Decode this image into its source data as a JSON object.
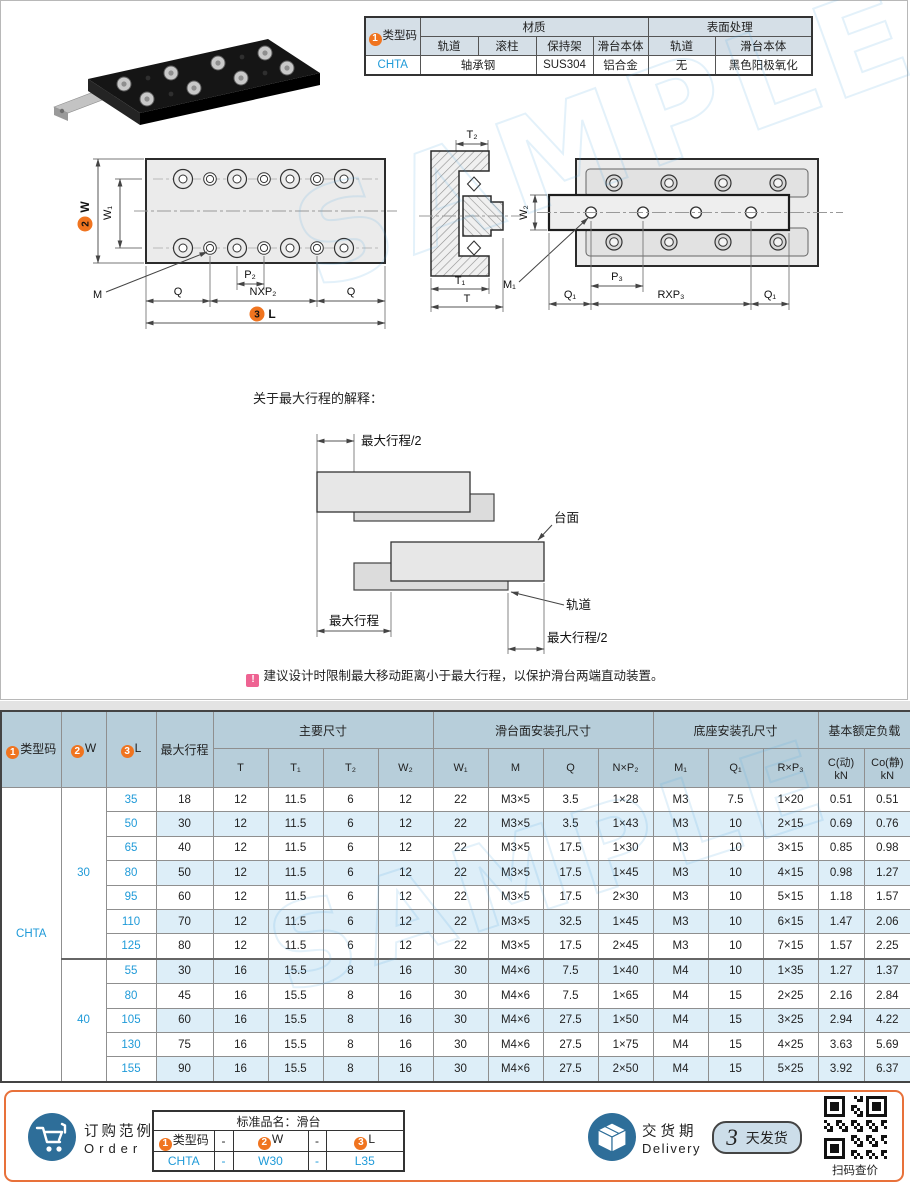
{
  "watermark": "SAMPLE",
  "header_table": {
    "type_code_badge": "1",
    "type_code_label": "类型码",
    "material_group": "材质",
    "surface_group": "表面处理",
    "cols": {
      "rail": "轨道",
      "roller": "滚柱",
      "cage": "保持架",
      "body": "滑台本体",
      "surf_rail": "轨道",
      "surf_body": "滑台本体"
    },
    "row": {
      "code": "CHTA",
      "rail_roller": "轴承钢",
      "cage": "SUS304",
      "body": "铝合金",
      "surf_rail": "无",
      "surf_body": "黑色阳极氧化"
    }
  },
  "drawings": {
    "top_view": {
      "w_badge": "2",
      "w": "W",
      "w1": "W₁",
      "m": "M",
      "p2": "P₂",
      "q_left": "Q",
      "nxp2": "NXP₂",
      "q_right": "Q",
      "l_badge": "3",
      "l": "L"
    },
    "section_view": {
      "t2": "T₂",
      "t1": "T₁",
      "t": "T"
    },
    "bottom_view": {
      "w2": "W₂",
      "m1": "M₁",
      "p3": "P₃",
      "q1_left": "Q₁",
      "rxp3": "RXP₃",
      "q1_right": "Q₁"
    }
  },
  "stroke_note": {
    "title": "关于最大行程的解释：",
    "half_top": "最大行程/2",
    "surface": "台面",
    "rail": "轨道",
    "full": "最大行程",
    "half_bottom": "最大行程/2",
    "note_mark": "!",
    "note": "建议设计时限制最大移动距离小于最大行程，以保护滑台两端直动装置。"
  },
  "spec_table": {
    "header": {
      "type_code_badge": "1",
      "type_code": "类型码",
      "w_badge": "2",
      "w": "W",
      "l_badge": "3",
      "l": "L",
      "stroke": "最大行程",
      "group_main": "主要尺寸",
      "group_slide_holes": "滑台面安装孔尺寸",
      "group_base_holes": "底座安装孔尺寸",
      "group_load": "基本额定负载",
      "sub": {
        "t": "T",
        "t1": "T₁",
        "t2": "T₂",
        "w2": "W₂",
        "w1": "W₁",
        "m": "M",
        "q": "Q",
        "nxp2": "N×P₂",
        "m1": "M₁",
        "q1": "Q₁",
        "rxp3": "R×P₃",
        "c": "C(动)\nkN",
        "co": "Co(静)\nkN"
      }
    },
    "type_code_value": "CHTA",
    "groups": [
      {
        "w": "30",
        "rows": [
          {
            "l": "35",
            "stroke": "18",
            "t": "12",
            "t1": "11.5",
            "t2": "6",
            "w2": "12",
            "w1": "22",
            "m": "M3×5",
            "q": "3.5",
            "nxp2": "1×28",
            "m1": "M3",
            "q1": "7.5",
            "rxp3": "1×20",
            "c": "0.51",
            "co": "0.51"
          },
          {
            "l": "50",
            "stroke": "30",
            "t": "12",
            "t1": "11.5",
            "t2": "6",
            "w2": "12",
            "w1": "22",
            "m": "M3×5",
            "q": "3.5",
            "nxp2": "1×43",
            "m1": "M3",
            "q1": "10",
            "rxp3": "2×15",
            "c": "0.69",
            "co": "0.76"
          },
          {
            "l": "65",
            "stroke": "40",
            "t": "12",
            "t1": "11.5",
            "t2": "6",
            "w2": "12",
            "w1": "22",
            "m": "M3×5",
            "q": "17.5",
            "nxp2": "1×30",
            "m1": "M3",
            "q1": "10",
            "rxp3": "3×15",
            "c": "0.85",
            "co": "0.98"
          },
          {
            "l": "80",
            "stroke": "50",
            "t": "12",
            "t1": "11.5",
            "t2": "6",
            "w2": "12",
            "w1": "22",
            "m": "M3×5",
            "q": "17.5",
            "nxp2": "1×45",
            "m1": "M3",
            "q1": "10",
            "rxp3": "4×15",
            "c": "0.98",
            "co": "1.27"
          },
          {
            "l": "95",
            "stroke": "60",
            "t": "12",
            "t1": "11.5",
            "t2": "6",
            "w2": "12",
            "w1": "22",
            "m": "M3×5",
            "q": "17.5",
            "nxp2": "2×30",
            "m1": "M3",
            "q1": "10",
            "rxp3": "5×15",
            "c": "1.18",
            "co": "1.57"
          },
          {
            "l": "110",
            "stroke": "70",
            "t": "12",
            "t1": "11.5",
            "t2": "6",
            "w2": "12",
            "w1": "22",
            "m": "M3×5",
            "q": "32.5",
            "nxp2": "1×45",
            "m1": "M3",
            "q1": "10",
            "rxp3": "6×15",
            "c": "1.47",
            "co": "2.06"
          },
          {
            "l": "125",
            "stroke": "80",
            "t": "12",
            "t1": "11.5",
            "t2": "6",
            "w2": "12",
            "w1": "22",
            "m": "M3×5",
            "q": "17.5",
            "nxp2": "2×45",
            "m1": "M3",
            "q1": "10",
            "rxp3": "7×15",
            "c": "1.57",
            "co": "2.25"
          }
        ]
      },
      {
        "w": "40",
        "rows": [
          {
            "l": "55",
            "stroke": "30",
            "t": "16",
            "t1": "15.5",
            "t2": "8",
            "w2": "16",
            "w1": "30",
            "m": "M4×6",
            "q": "7.5",
            "nxp2": "1×40",
            "m1": "M4",
            "q1": "10",
            "rxp3": "1×35",
            "c": "1.27",
            "co": "1.37"
          },
          {
            "l": "80",
            "stroke": "45",
            "t": "16",
            "t1": "15.5",
            "t2": "8",
            "w2": "16",
            "w1": "30",
            "m": "M4×6",
            "q": "7.5",
            "nxp2": "1×65",
            "m1": "M4",
            "q1": "15",
            "rxp3": "2×25",
            "c": "2.16",
            "co": "2.84"
          },
          {
            "l": "105",
            "stroke": "60",
            "t": "16",
            "t1": "15.5",
            "t2": "8",
            "w2": "16",
            "w1": "30",
            "m": "M4×6",
            "q": "27.5",
            "nxp2": "1×50",
            "m1": "M4",
            "q1": "15",
            "rxp3": "3×25",
            "c": "2.94",
            "co": "4.22"
          },
          {
            "l": "130",
            "stroke": "75",
            "t": "16",
            "t1": "15.5",
            "t2": "8",
            "w2": "16",
            "w1": "30",
            "m": "M4×6",
            "q": "27.5",
            "nxp2": "1×75",
            "m1": "M4",
            "q1": "15",
            "rxp3": "4×25",
            "c": "3.63",
            "co": "5.69"
          },
          {
            "l": "155",
            "stroke": "90",
            "t": "16",
            "t1": "15.5",
            "t2": "8",
            "w2": "16",
            "w1": "30",
            "m": "M4×6",
            "q": "27.5",
            "nxp2": "2×50",
            "m1": "M4",
            "q1": "15",
            "rxp3": "5×25",
            "c": "3.92",
            "co": "6.37"
          }
        ]
      }
    ]
  },
  "order": {
    "title_cn": "订购范例",
    "title_en": "Order",
    "table_title": "标准品名：滑台",
    "col_type_badge": "1",
    "col_type": "类型码",
    "dash1": "-",
    "col_w_badge": "2",
    "col_w": "W",
    "dash2": "-",
    "col_l_badge": "3",
    "col_l": "L",
    "val_type": "CHTA",
    "val_dash1": "-",
    "val_w": "W30",
    "val_dash2": "-",
    "val_l": "L35"
  },
  "delivery": {
    "title_cn": "交货期",
    "title_en": "Delivery",
    "days": "3",
    "days_label": "天发货",
    "qr_caption": "扫码查价"
  }
}
